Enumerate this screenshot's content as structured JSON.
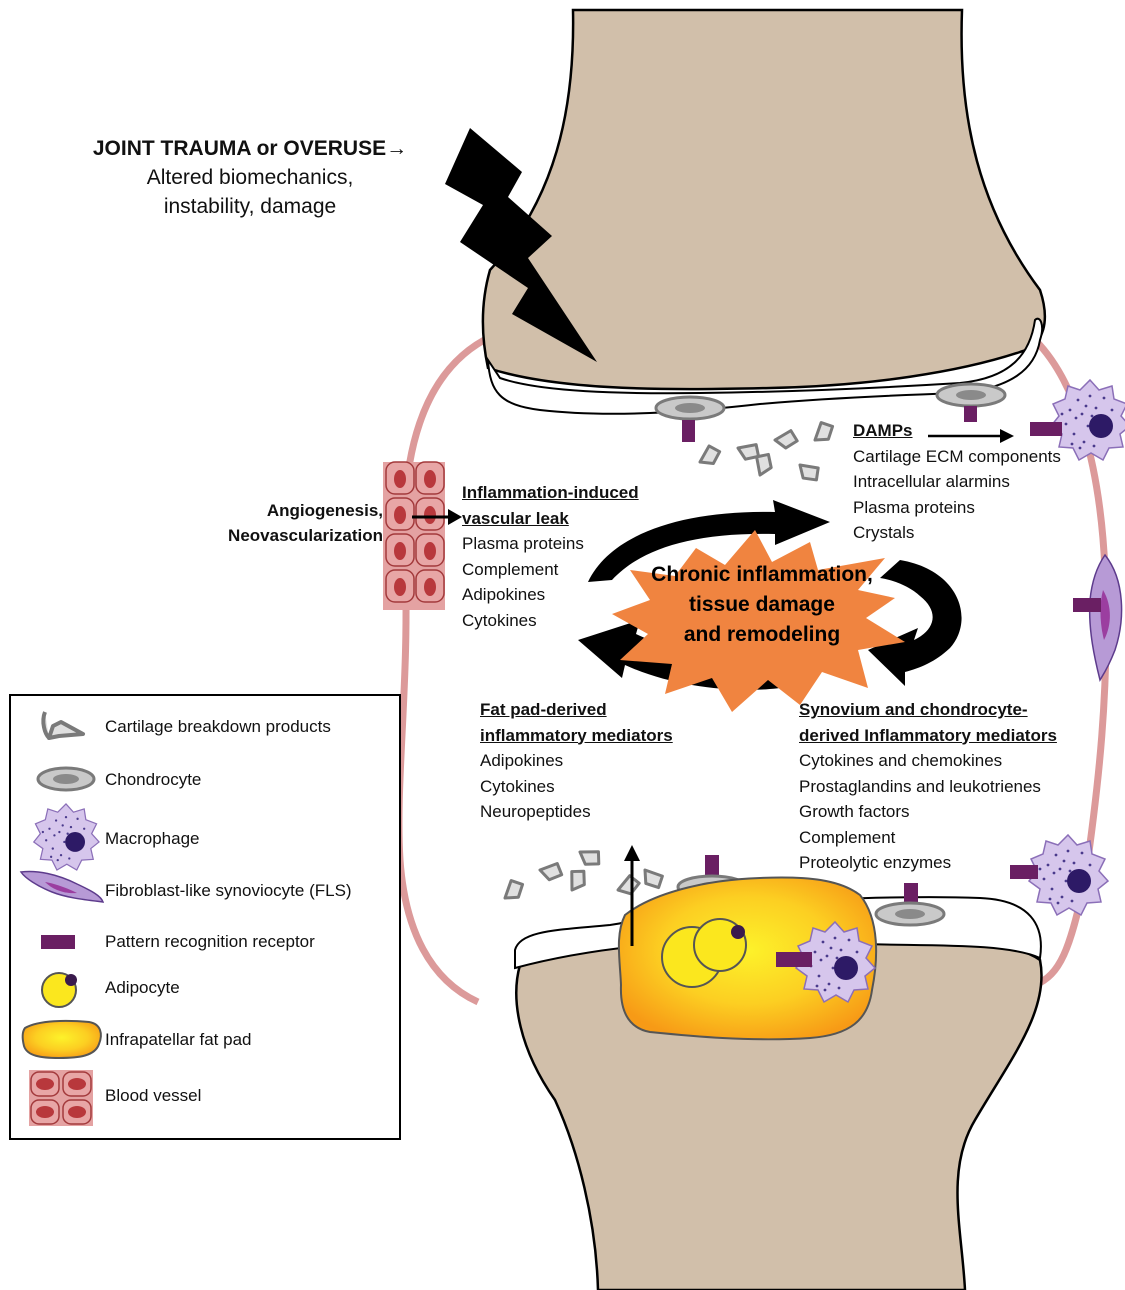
{
  "trauma": {
    "title": "JOINT TRAUMA or OVERUSE",
    "arrow": "→",
    "line1": "Altered biomechanics,",
    "line2": "instability, damage"
  },
  "angiogenesis": {
    "line1": "Angiogenesis,",
    "line2": "Neovascularization"
  },
  "vascular_leak": {
    "title1": "Inflammation-induced",
    "title2": "vascular leak",
    "items": [
      "Plasma proteins",
      "Complement",
      "Adipokines",
      "Cytokines"
    ]
  },
  "damps": {
    "title": "DAMPs",
    "items": [
      "Cartilage ECM components",
      "Intracellular alarmins",
      "Plasma proteins",
      "Crystals"
    ]
  },
  "center": {
    "line1": "Chronic inflammation,",
    "line2": "tissue damage",
    "line3": "and remodeling"
  },
  "fat_pad_mediators": {
    "title1": "Fat pad-derived",
    "title2": "inflammatory mediators",
    "items": [
      "Adipokines",
      "Cytokines",
      "Neuropeptides"
    ]
  },
  "synovium_mediators": {
    "title1": "Synovium and chondrocyte-",
    "title2": "derived Inflammatory mediators",
    "items": [
      "Cytokines and chemokines",
      "Prostaglandins and leukotrienes",
      "Growth factors",
      "Complement",
      "Proteolytic enzymes"
    ]
  },
  "legend": {
    "items": [
      {
        "label": "Cartilage breakdown products",
        "icon": "cartilage-fragment-icon"
      },
      {
        "label": "Chondrocyte",
        "icon": "chondrocyte-icon"
      },
      {
        "label": "Macrophage",
        "icon": "macrophage-icon"
      },
      {
        "label": "Fibroblast-like synoviocyte (FLS)",
        "icon": "fibroblast-icon"
      },
      {
        "label": "Pattern recognition receptor",
        "icon": "receptor-icon"
      },
      {
        "label": "Adipocyte",
        "icon": "adipocyte-icon"
      },
      {
        "label": "Infrapatellar fat pad",
        "icon": "fat-pad-icon"
      },
      {
        "label": "Blood vessel",
        "icon": "blood-vessel-icon"
      }
    ]
  },
  "colors": {
    "bone": "#d1bfaa",
    "synovial_membrane": "#dc9a9a",
    "receptor": "#6a1f63",
    "macrophage": "#d6c6ec",
    "macrophage_nucleus": "#2d1a66",
    "center_burst": "#f08440",
    "fat_pad_edge": "#f7a11a",
    "fat_pad_core": "#fdee2a",
    "chondrocyte": "#a8a8a8",
    "vessel": "#c9585a"
  }
}
